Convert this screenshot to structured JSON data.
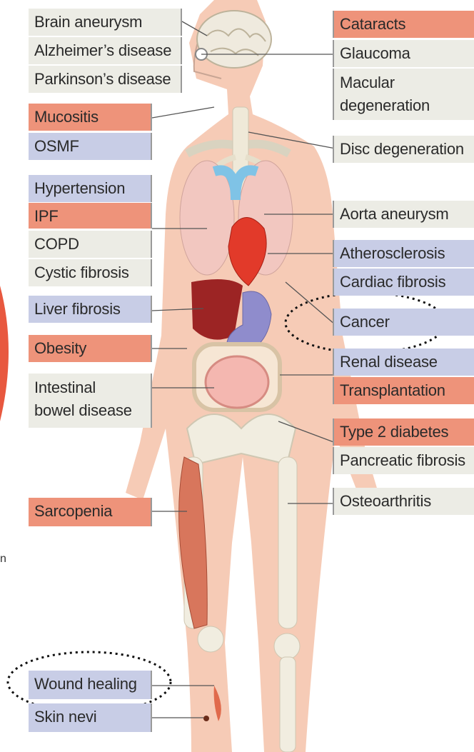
{
  "diagram": {
    "left_labels": {
      "brain_aneurysm": "Brain aneurysm",
      "alzheimers": "Alzheimer’s disease",
      "parkinsons": "Parkinson’s disease",
      "mucositis": "Mucositis",
      "osmf": "OSMF",
      "hypertension": "Hypertension",
      "ipf": "IPF",
      "copd": "COPD",
      "cystic_fibrosis": "Cystic fibrosis",
      "liver_fibrosis": "Liver fibrosis",
      "obesity": "Obesity",
      "intestinal_1": "Intestinal",
      "intestinal_2": "bowel disease",
      "sarcopenia": "Sarcopenia",
      "wound_healing": "Wound healing",
      "skin_nevi": "Skin nevi"
    },
    "right_labels": {
      "cataracts": "Cataracts",
      "glaucoma": "Glaucoma",
      "macular_1": "Macular",
      "macular_2": "degeneration",
      "disc_degeneration": "Disc degeneration",
      "aorta_aneurysm": "Aorta aneurysm",
      "atherosclerosis": "Atherosclerosis",
      "cardiac_fibrosis": "Cardiac fibrosis",
      "cancer": "Cancer",
      "renal_disease": "Renal disease",
      "transplantation": "Transplantation",
      "type2_diabetes": "Type 2 diabetes",
      "pancreatic_fibrosis": "Pancreatic fibrosis",
      "osteoarthritis": "Osteoarthritis"
    },
    "edge_fragment": "n",
    "colors": {
      "red_box": "#ee937a",
      "blue_box": "#c8cde6",
      "grey_box": "#ecece5",
      "skin": "#f6cbb6",
      "bone": "#f1ede0",
      "heart": "#e23a2a",
      "vessel": "#7fc3e6",
      "liver": "#9c2424",
      "stomach": "#8f8ccc",
      "muscle": "#d8765c"
    },
    "highlighted": [
      "Cancer",
      "Wound healing"
    ]
  }
}
